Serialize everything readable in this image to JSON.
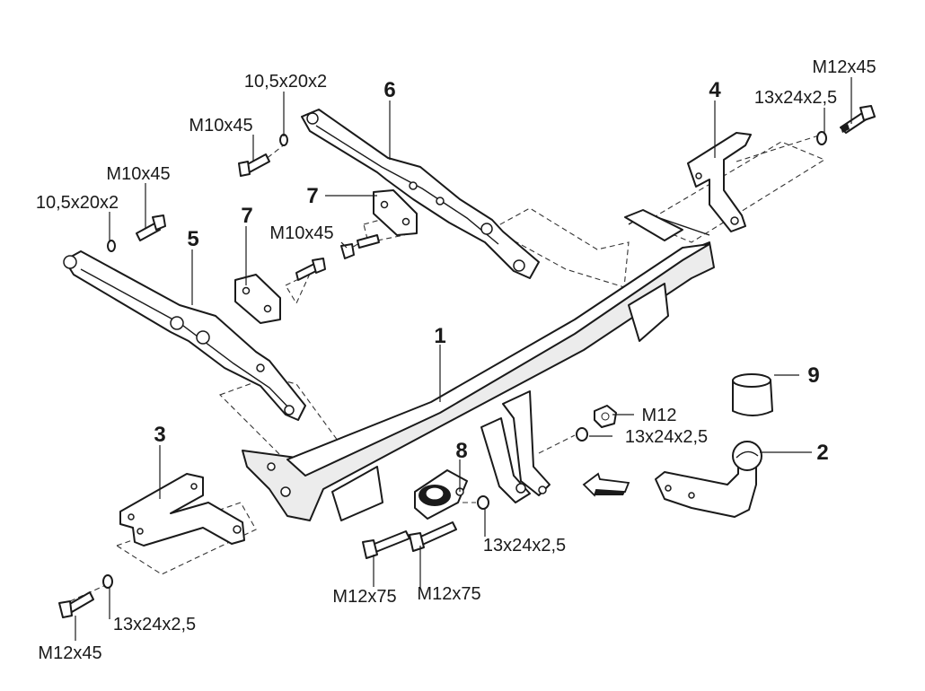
{
  "title": "Tow bar exploded assembly diagram",
  "part_numbers": {
    "p1": "1",
    "p2": "2",
    "p3": "3",
    "p4": "4",
    "p5": "5",
    "p6": "6",
    "p7a": "7",
    "p7b": "7",
    "p8": "8",
    "p9": "9"
  },
  "fastener_specs": {
    "m12x45_top": "M12x45",
    "washer_13x24_top": "13x24x2,5",
    "washer_10_5_top": "10,5x20x2",
    "m10x45_top": "M10x45",
    "m10x45_left": "M10x45",
    "washer_10_5_left": "10,5x20x2",
    "m10x45_mid": "M10x45",
    "nut_m12": "M12",
    "washer_13x24_right": "13x24x2,5",
    "washer_13x24_center": "13x24x2,5",
    "bolt_m12x75_a": "M12x75",
    "bolt_m12x75_b": "M12x75",
    "washer_13x24_bottom": "13x24x2,5",
    "m12x45_bottom": "M12x45"
  },
  "icons": {
    "arrow": "mounting-direction-arrow-icon"
  }
}
